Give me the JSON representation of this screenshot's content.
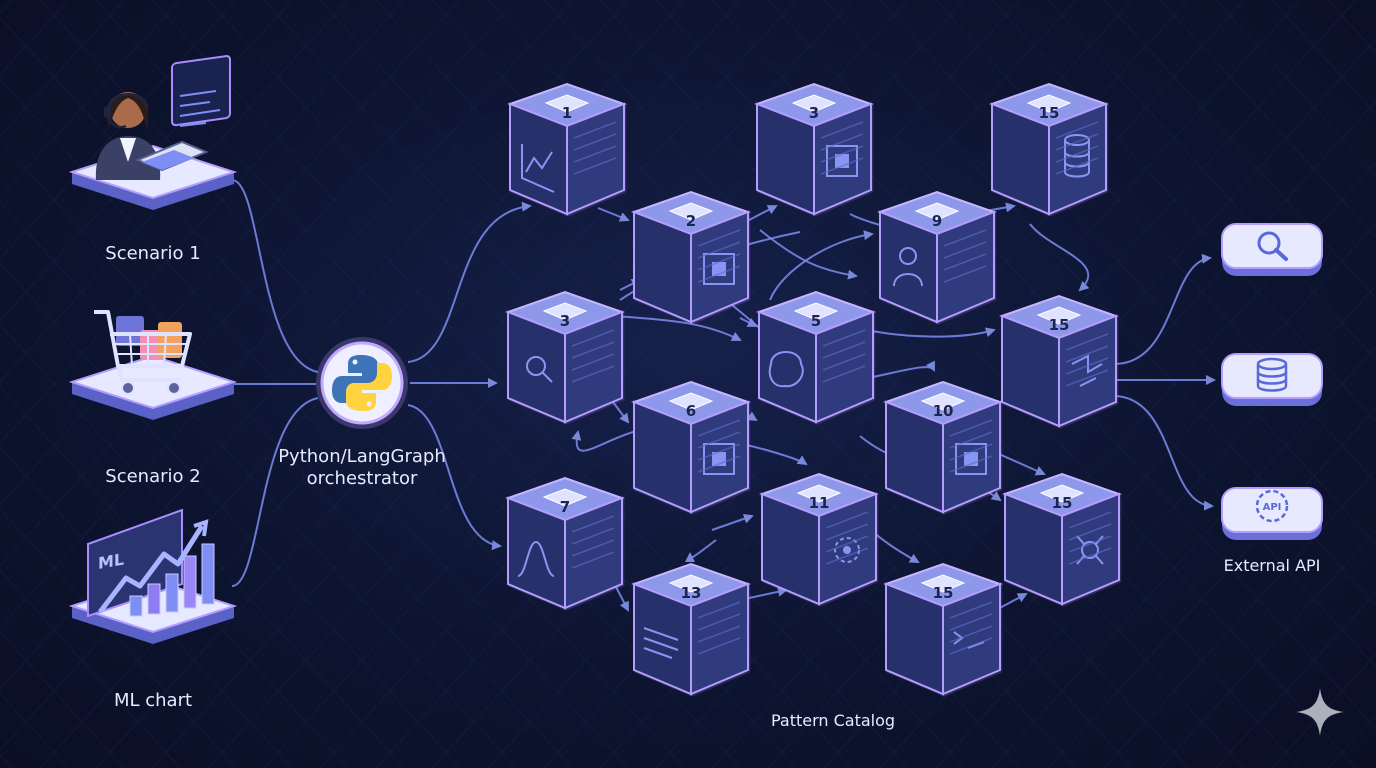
{
  "scenarios": [
    {
      "label": "Scenario 1",
      "icon": "support-agent-icon"
    },
    {
      "label": "Scenario 2",
      "icon": "shopping-cart-icon"
    },
    {
      "label": "ML chart",
      "icon": "ml-chart-icon",
      "badge": "ML"
    }
  ],
  "orchestrator": {
    "line1": "Python/LangGraph",
    "line2": "orchestrator",
    "icon": "python-logo-icon"
  },
  "catalog": {
    "label": "Pattern Catalog",
    "cubes": [
      "1",
      "3",
      "15",
      "2",
      "9",
      "3",
      "5",
      "15",
      "6",
      "10",
      "7",
      "11",
      "15",
      "13",
      "15"
    ]
  },
  "external": {
    "label": "External API",
    "items": [
      {
        "icon": "search-icon"
      },
      {
        "icon": "database-icon"
      },
      {
        "icon": "api-gear-icon",
        "text": "API"
      }
    ]
  },
  "colors": {
    "background": "#0c1228",
    "cube_face": "#2a3470",
    "cube_edge": "#a98cff",
    "flow_line": "#7d8cf0",
    "accent_glow": "#b694ff",
    "python_blue": "#3d74b8",
    "python_yellow": "#ffd23f"
  }
}
